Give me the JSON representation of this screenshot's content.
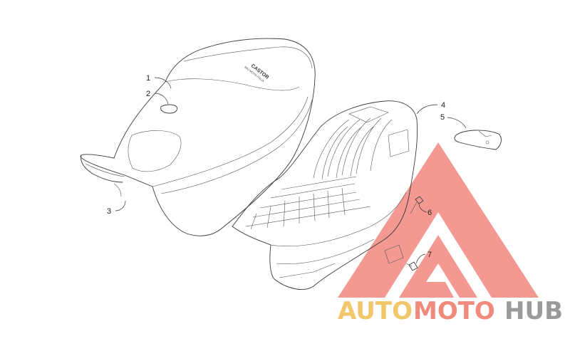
{
  "diagram": {
    "callouts": [
      {
        "id": "callout-1",
        "label": "1"
      },
      {
        "id": "callout-2",
        "label": "2"
      },
      {
        "id": "callout-3",
        "label": "3"
      },
      {
        "id": "callout-4",
        "label": "4"
      },
      {
        "id": "callout-5",
        "label": "5"
      },
      {
        "id": "callout-6",
        "label": "6"
      },
      {
        "id": "callout-7",
        "label": "7"
      }
    ],
    "seat_branding": {
      "logo": "CASTOR",
      "subtext": "BAJ MOTO-ITALIA"
    }
  },
  "watermark": {
    "part1": "AUTO",
    "part2": "MOTO",
    "part3": "HUB",
    "colors": {
      "part1": "#f2c66a",
      "part2": "#f08a7d",
      "part3": "#9a9a9a",
      "triangle": "#f07a70"
    }
  }
}
